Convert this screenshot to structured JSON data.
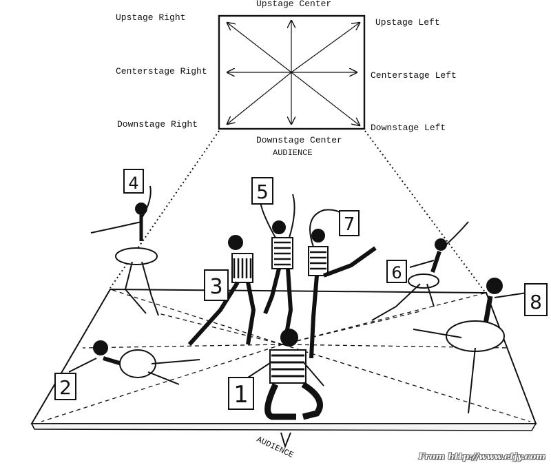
{
  "diagram": {
    "labels": {
      "upstage_center": "Upstage Center",
      "upstage_right": "Upstage Right",
      "upstage_left": "Upstage Left",
      "centerstage_right": "Centerstage Right",
      "centerstage_left": "Centerstage Left",
      "downstage_right": "Downstage Right",
      "downstage_left": "Downstage  Left",
      "downstage_center": "Downstage Center",
      "audience_top": "AUDIENCE",
      "audience_bottom": "AUDIENCE"
    },
    "dancer_cards": [
      "1",
      "2",
      "3",
      "4",
      "5",
      "6",
      "7",
      "8"
    ],
    "ink_color": "#111111",
    "paper_color": "#ffffff"
  },
  "watermark": "From http://www.etjy.com"
}
